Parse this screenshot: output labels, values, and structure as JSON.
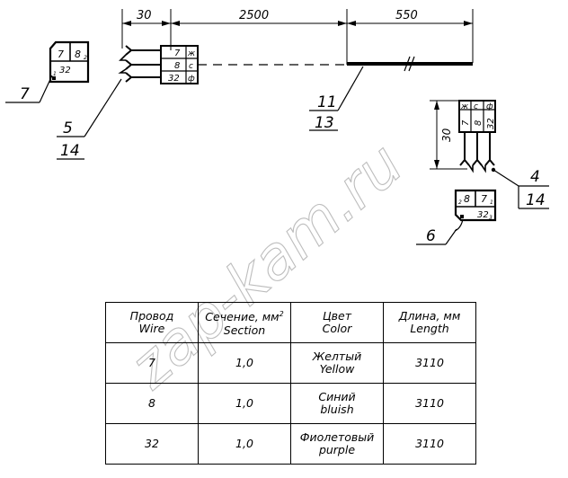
{
  "dimensions": {
    "d1": "30",
    "d2": "2500",
    "d3": "550",
    "d4": "30"
  },
  "callouts": {
    "c7": "7",
    "c5": "5",
    "c14a": "14",
    "c11": "11",
    "c13": "13",
    "c4": "4",
    "c14b": "14",
    "c6": "6"
  },
  "connector_left": {
    "top_left": "7",
    "top_right": "8",
    "top_right_sub": "2",
    "bottom": "32",
    "corner_sub": "1"
  },
  "terminal_block": {
    "rows": [
      {
        "num": "7",
        "code": "ж"
      },
      {
        "num": "8",
        "code": "с"
      },
      {
        "num": "32",
        "code": "ф"
      }
    ]
  },
  "vertical_block": {
    "codes": [
      "ж",
      "с",
      "ф"
    ],
    "nums": [
      "7",
      "8",
      "32"
    ]
  },
  "connector_right": {
    "top_left": "8",
    "top_left_sub": "2",
    "top_right": "7",
    "top_right_sub": "1",
    "bottom": "32",
    "bottom_sub": "3"
  },
  "watermark": "zap-kam.ru",
  "table": {
    "headers": [
      [
        "Провод",
        "Wire"
      ],
      [
        "Сечение, мм",
        "Section"
      ],
      [
        "Цвет",
        "Color"
      ],
      [
        "Длина, мм",
        "Length"
      ]
    ],
    "header_sup": "2",
    "rows": [
      {
        "wire": "7",
        "section": "1,0",
        "color": [
          "Желтый",
          "Yellow"
        ],
        "length": "3110"
      },
      {
        "wire": "8",
        "section": "1,0",
        "color": [
          "Синий",
          "bluish"
        ],
        "length": "3110"
      },
      {
        "wire": "32",
        "section": "1,0",
        "color": [
          "Фиолетовый",
          "purple"
        ],
        "length": "3110"
      }
    ]
  }
}
